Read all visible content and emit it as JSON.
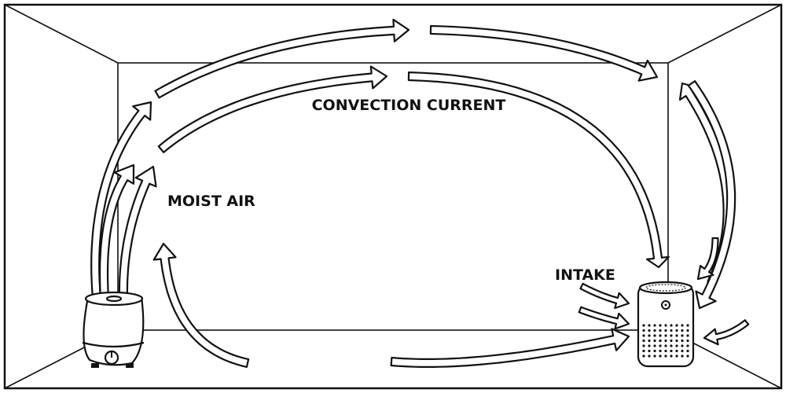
{
  "labels": {
    "convection": "CONVECTION CURRENT",
    "moist_air": "MOIST AIR",
    "intake": "INTAKE"
  }
}
